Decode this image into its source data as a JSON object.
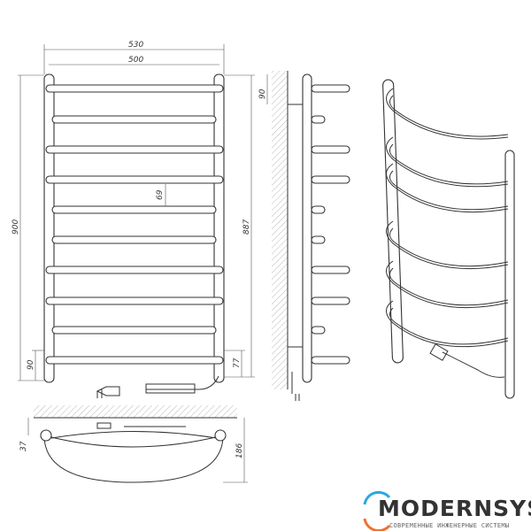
{
  "dimensions": {
    "overall_width": "530",
    "center_width": "500",
    "overall_height": "900",
    "center_height": "887",
    "rung_spacing": "69",
    "bottom_offset_left": "90",
    "bottom_offset_right": "77",
    "side_top_offset": "90",
    "wall_distance": "37",
    "depth": "186"
  },
  "logo": {
    "name": "MODERNSYS",
    "tagline": "СОВРЕМЕННЫЕ ИНЖЕНЕРНЫЕ СИСТЕМЫ",
    "colors": {
      "blue": "#2aa8e0",
      "orange": "#f07030",
      "text": "#333333"
    }
  }
}
